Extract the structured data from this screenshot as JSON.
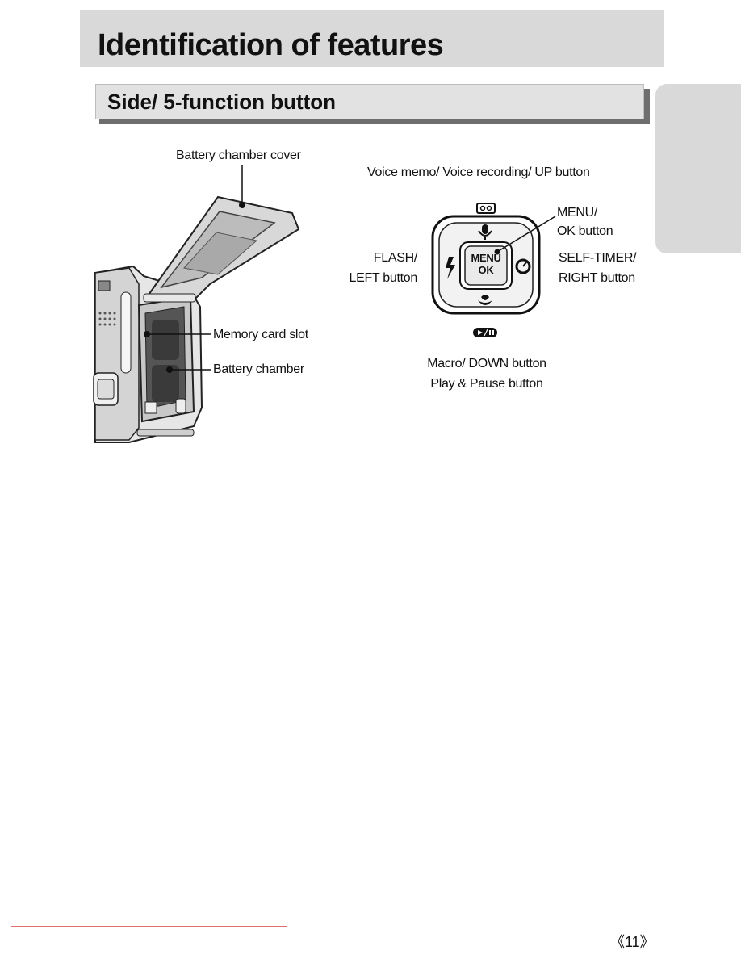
{
  "header": {
    "title": "Identification of features"
  },
  "section": {
    "title": "Side/ 5-function button"
  },
  "camera_labels": {
    "cover": "Battery chamber cover",
    "memory": "Memory card slot",
    "battery": "Battery chamber"
  },
  "pad_labels": {
    "up": "Voice memo/ Voice recording/ UP button",
    "menu_line1": "MENU/",
    "menu_line2": "OK button",
    "flash_line1": "FLASH/",
    "flash_line2": "LEFT button",
    "timer_line1": "SELF-TIMER/",
    "timer_line2": "RIGHT button",
    "down_line1": "Macro/ DOWN button",
    "down_line2": "Play & Pause button"
  },
  "pad_button": {
    "line1": "MENU",
    "line2": "OK"
  },
  "footer": {
    "page_number": "《11》"
  }
}
